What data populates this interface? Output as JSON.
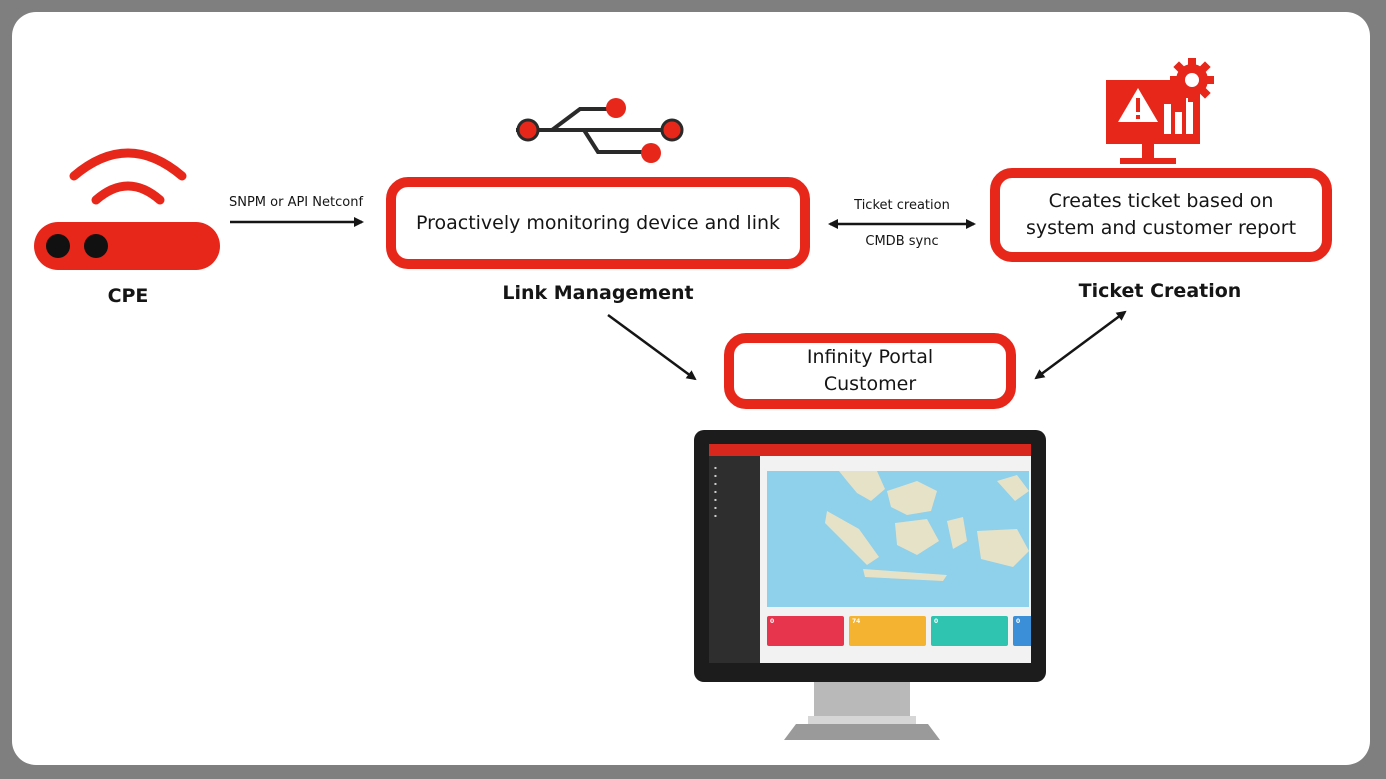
{
  "nodes": {
    "cpe": {
      "label": "CPE"
    },
    "link_management": {
      "box_text": "Proactively monitoring device and link",
      "label": "Link Management"
    },
    "ticket_creation": {
      "box_text": "Creates ticket based on system and customer report",
      "label": "Ticket Creation"
    },
    "portal": {
      "box_text": "Infinity Portal Customer"
    }
  },
  "edges": {
    "cpe_to_link": {
      "label": "SNPM or API Netconf"
    },
    "link_ticket_top": {
      "label": "Ticket creation"
    },
    "link_ticket_bottom": {
      "label": "CMDB sync"
    }
  },
  "colors": {
    "accent": "#e8271b",
    "frame": "#7f7f7f",
    "text": "#151515",
    "card_red": "#e8354e",
    "card_orange": "#f4b330",
    "card_teal": "#2ec4b0",
    "card_blue": "#3a8fd8"
  },
  "icons": [
    "router-icon",
    "usb-network-icon",
    "alert-monitor-gear-icon",
    "desktop-monitor-icon"
  ],
  "portal_screen": {
    "cards": [
      {
        "value": "0"
      },
      {
        "value": "74"
      },
      {
        "value": "0"
      },
      {
        "value": "0"
      }
    ]
  }
}
